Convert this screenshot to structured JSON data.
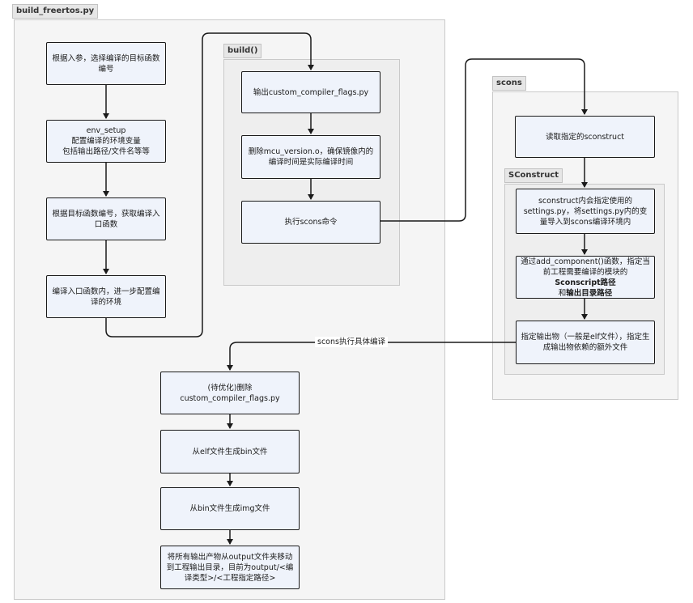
{
  "groups": {
    "build_freertos": "build_freertos.py",
    "build": "build()",
    "scons": "scons",
    "sconstruct": "SConstruct"
  },
  "nodes": {
    "select_target": "根据入参，选择编译的目标函数编号",
    "env_setup_1": "env_setup",
    "env_setup_2": "配置编译的环境变量",
    "env_setup_3": "包括输出路径/文件名等等",
    "get_entry": "根据目标函数编号，获取编译入口函数",
    "entry_config": "编译入口函数内，进一步配置编译的环境",
    "output_flags": "输出custom_compiler_flags.py",
    "delete_mcu": "删除mcu_version.o，确保镜像内的编译时间是实际编译时间",
    "run_scons": "执行scons命令",
    "read_sconstruct": "读取指定的sconstruct",
    "settings": "sconstruct内会指定使用的settings.py，将settings.py内的变量导入到scons编译环境内",
    "add_component_pre": "通过add_component()函数，指定当前工程需要编译的模块的",
    "add_component_bold1": "Sconscript路径",
    "add_component_mid": "和",
    "add_component_bold2": "输出目录路径",
    "specify_output": "指定输出物（一般是elf文件），指定生成输出物依赖的额外文件",
    "delete_flags_1": "(待优化)删除",
    "delete_flags_2": "custom_compiler_flags.py",
    "elf_to_bin": "从elf文件生成bin文件",
    "bin_to_img": "从bin文件生成img文件",
    "move_output": "将所有输出产物从output文件夹移动到工程输出目录，目前为output/<编译类型>/<工程指定路径>"
  },
  "edges": {
    "scons_compile": "scons执行具体编译"
  },
  "colors": {
    "node_fill": "#eff3fb",
    "node_border": "#1a1a1a",
    "group_fill": "#f5f5f5",
    "group_border": "#c9c9c9"
  }
}
